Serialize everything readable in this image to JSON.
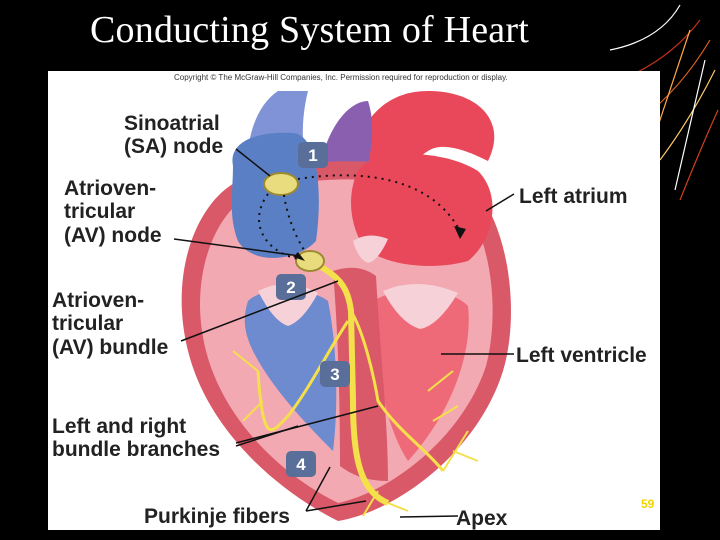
{
  "slide": {
    "title": "Conducting System of Heart",
    "number": "59"
  },
  "figure": {
    "copyright": "Copyright © The McGraw-Hill Companies, Inc. Permission required for reproduction or display.",
    "labels": {
      "sa_node": [
        "Sinoatrial",
        "(SA) node"
      ],
      "av_node": [
        "Atrioven-",
        "tricular",
        "(AV) node"
      ],
      "av_bundle": [
        "Atrioven-",
        "tricular",
        "(AV) bundle"
      ],
      "bundle_branches": [
        "Left and right",
        "bundle branches"
      ],
      "purkinje": "Purkinje fibers",
      "left_atrium": "Left atrium",
      "left_ventricle": "Left ventricle",
      "apex": "Apex"
    },
    "steps": [
      "1",
      "2",
      "3",
      "4"
    ]
  },
  "colors": {
    "background": "#000000",
    "title": "#ffffff",
    "slide_number": "#f2d400",
    "muscle": "#e06a7a",
    "blood_blue": "#5b7fc4",
    "blood_red": "#e8485a",
    "conduction": "#f4e04a",
    "step_badge": "#5a6e9a"
  }
}
